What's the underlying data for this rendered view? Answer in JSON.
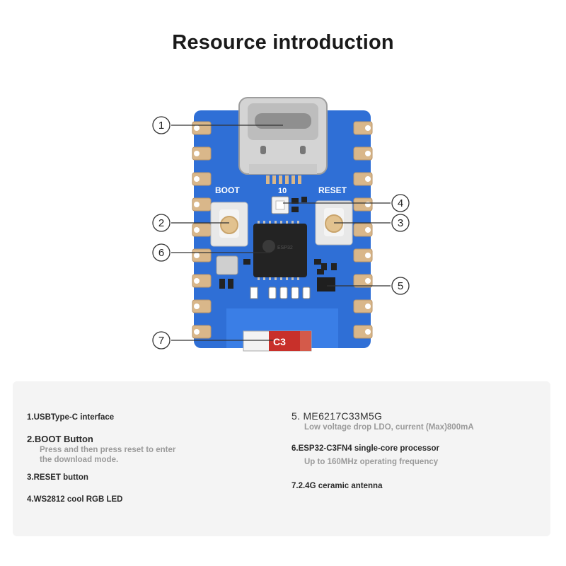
{
  "title": "Resource introduction",
  "board": {
    "silkscreen": {
      "boot": "BOOT",
      "gpio": "10",
      "reset": "RESET",
      "antenna": "C3"
    },
    "callouts": [
      "1",
      "2",
      "3",
      "4",
      "5",
      "6",
      "7"
    ],
    "colors": {
      "pcb": "#2f6fd6",
      "pad": "#d9b78a",
      "usb_shell": "#d4d4d4",
      "chip": "#232323",
      "antenna_red": "#c8302a"
    }
  },
  "features": {
    "left": [
      {
        "head": "1.USBType-C interface"
      },
      {
        "head": "2.BOOT Button",
        "sub": [
          "Press and then press reset to enter",
          "the download mode."
        ]
      },
      {
        "head": "3.RESET button"
      },
      {
        "head": "4.WS2812 cool RGB LED"
      }
    ],
    "right": [
      {
        "head": "5. ME6217C33M5G",
        "sub": [
          "Low voltage drop LDO, current (Max)800mA"
        ]
      },
      {
        "head": "6.ESP32-C3FN4 single-core processor",
        "sub": [
          "Up to 160MHz operating frequency"
        ]
      },
      {
        "head": "7.2.4G ceramic antenna"
      }
    ]
  }
}
